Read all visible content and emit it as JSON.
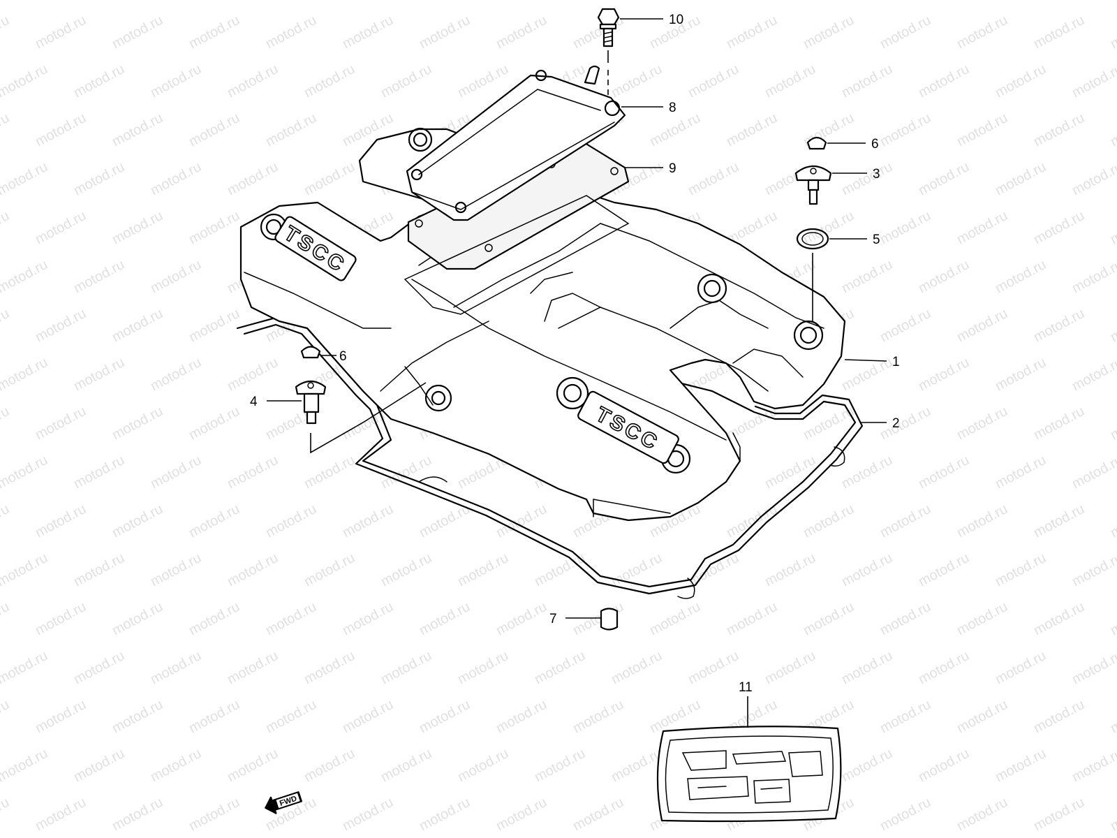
{
  "watermark": "motod.ru",
  "callouts": [
    {
      "id": "10",
      "label": "10"
    },
    {
      "id": "8",
      "label": "8"
    },
    {
      "id": "6a",
      "label": "6"
    },
    {
      "id": "9",
      "label": "9"
    },
    {
      "id": "3",
      "label": "3"
    },
    {
      "id": "5",
      "label": "5"
    },
    {
      "id": "1",
      "label": "1"
    },
    {
      "id": "2",
      "label": "2"
    },
    {
      "id": "6b",
      "label": "6"
    },
    {
      "id": "4",
      "label": "4"
    },
    {
      "id": "7",
      "label": "7"
    },
    {
      "id": "11",
      "label": "11"
    }
  ],
  "cover_logo": "TSCC",
  "direction_arrow": "FWD"
}
